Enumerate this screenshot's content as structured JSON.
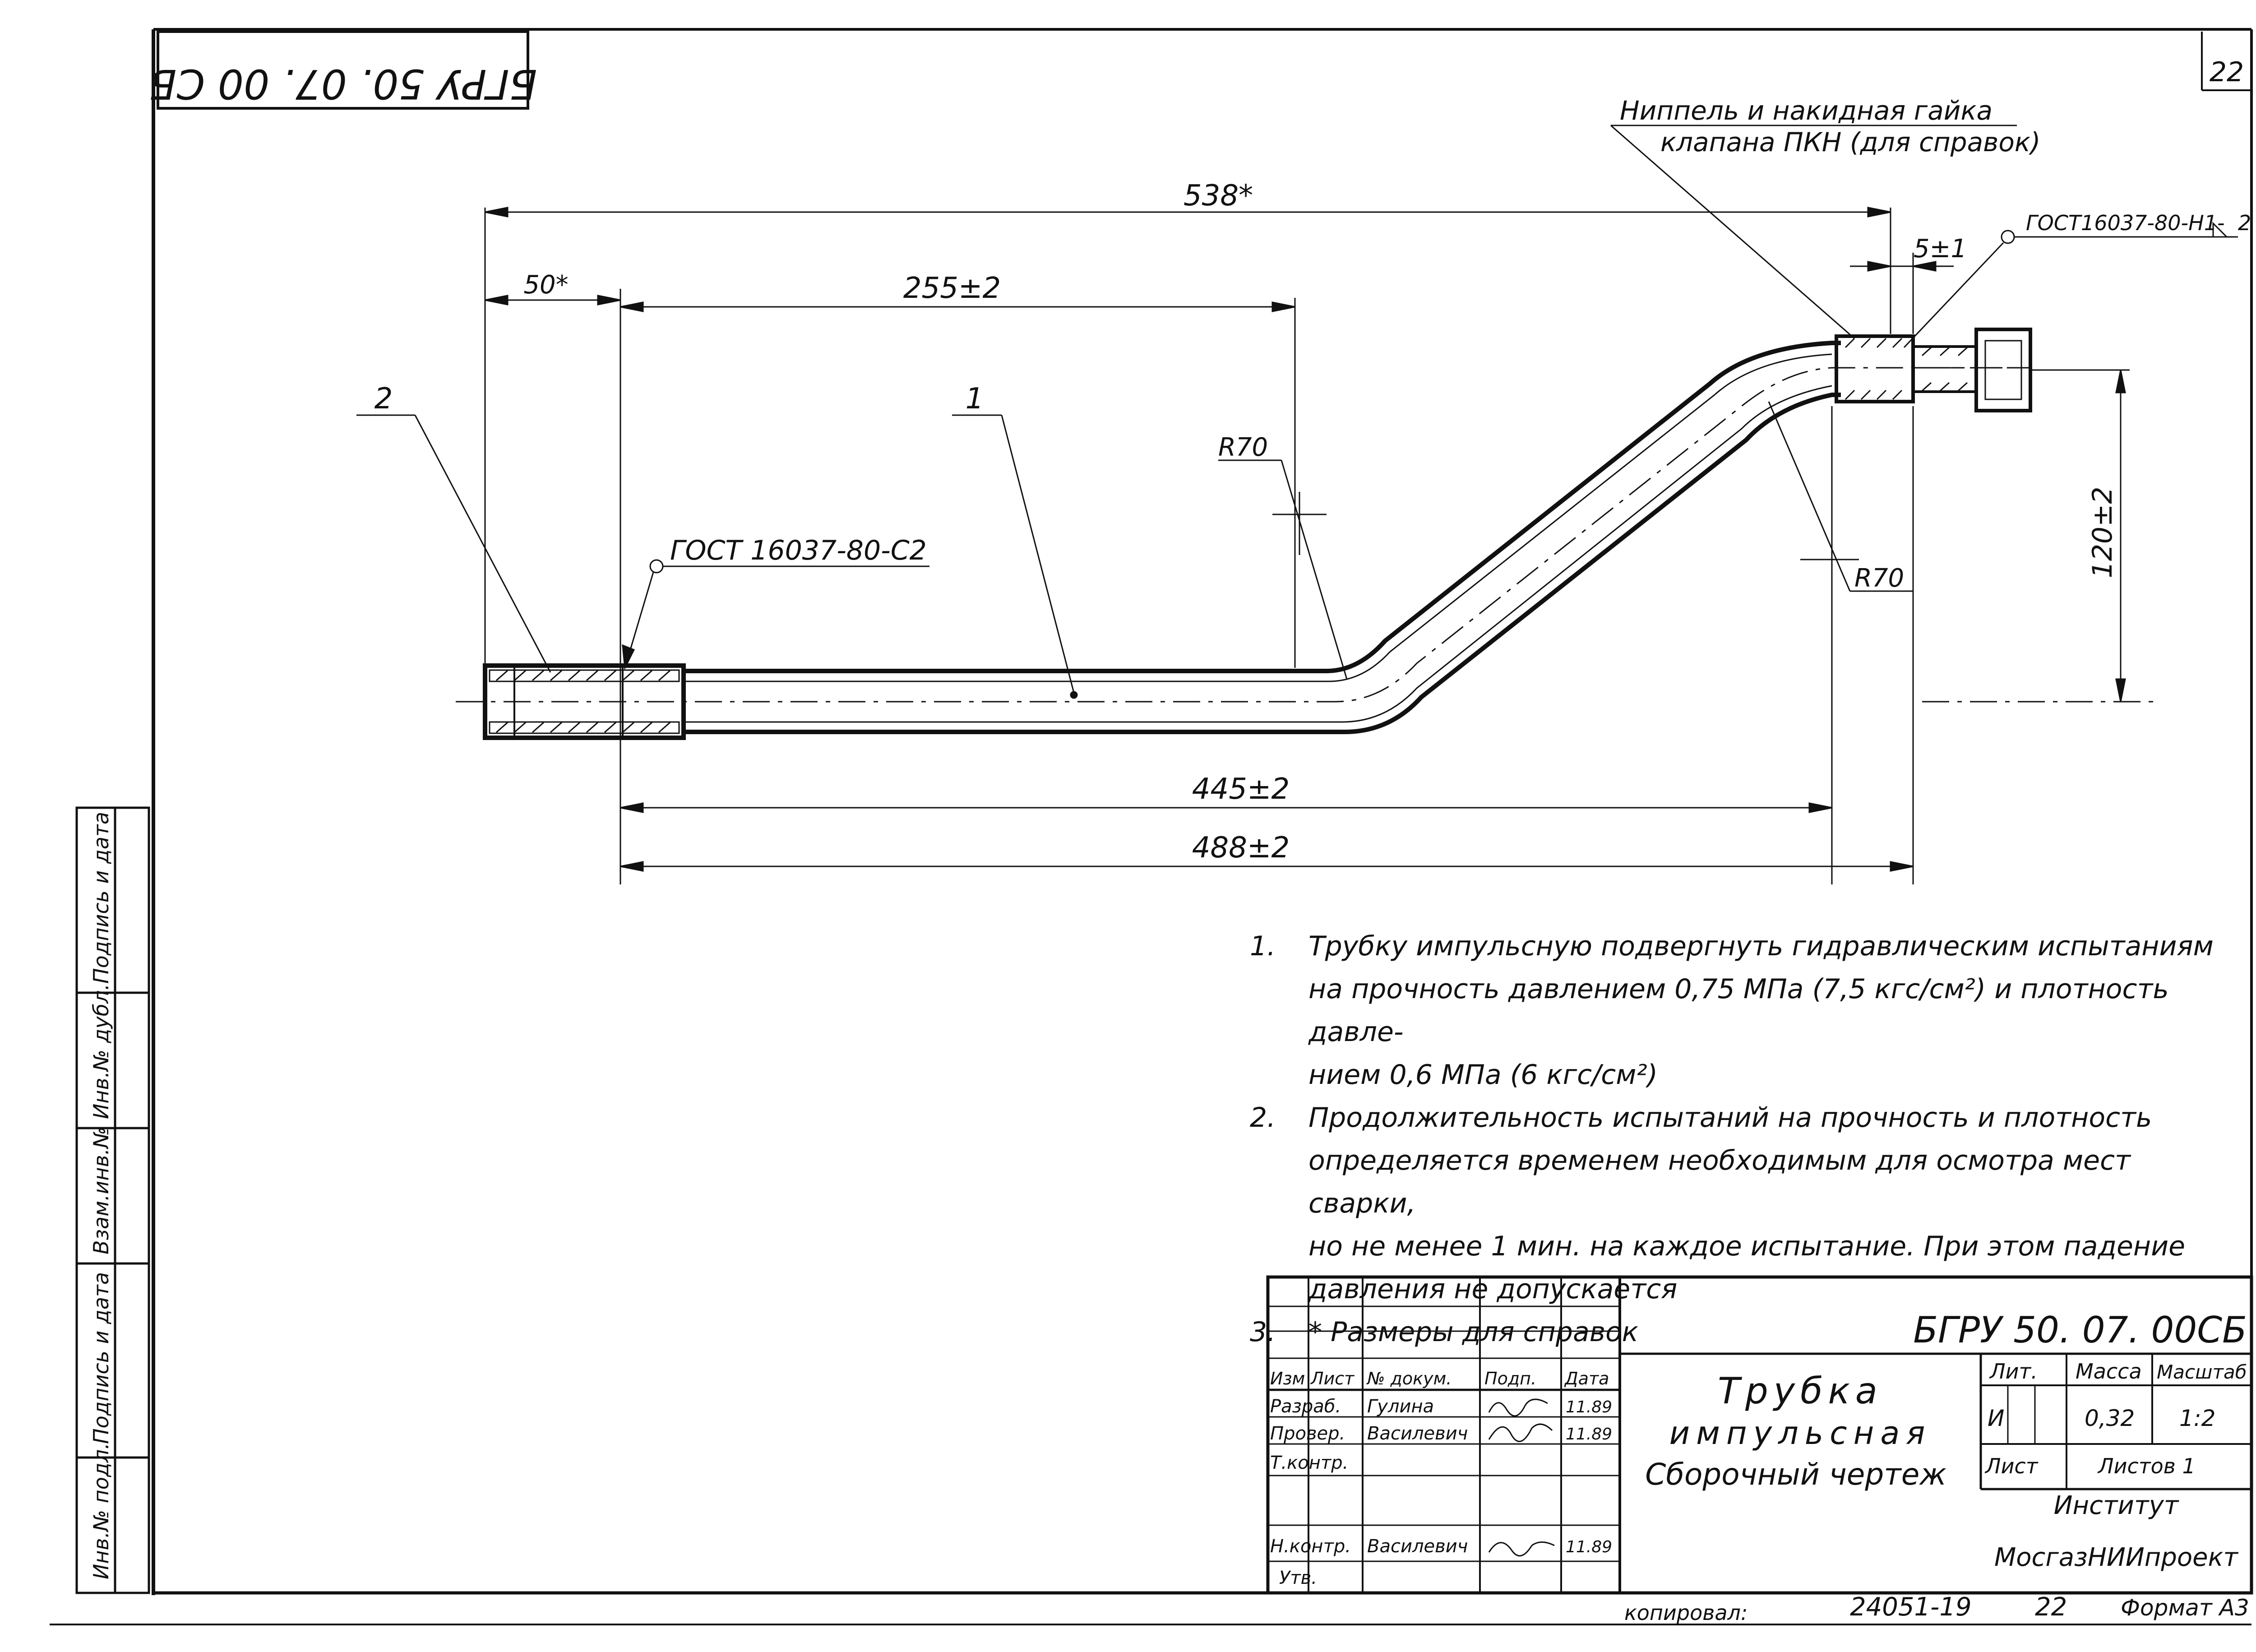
{
  "stamp_rotated": "БГРУ 50. 07. 00 СБ",
  "page_number": "22",
  "callout_nipple": {
    "line1": "Ниппель и накидная гайка",
    "line2": "клапана ПКН (для справок)"
  },
  "weld_left": "ГОСТ 16037-80-С2",
  "weld_right": "ГОСТ16037-80-Н1-",
  "weld_right_leg": "2",
  "dims": {
    "total": "538*",
    "left_ref": "50*",
    "first_straight": "255±2",
    "nipple_gap": "5±1",
    "rise": "120±2",
    "bottom_inner": "445±2",
    "bottom_total": "488±2",
    "bend_radius_1": "R70",
    "bend_radius_2": "R70"
  },
  "positions": {
    "pos1": "1",
    "pos2": "2"
  },
  "notes": [
    {
      "num": "1.",
      "lines": [
        "Трубку импульсную подвергнуть гидравлическим испытаниям",
        "на прочность давлением 0,75 МПа (7,5 кгс/см²) и плотность давле-",
        "нием 0,6 МПа (6 кгс/см²)"
      ]
    },
    {
      "num": "2.",
      "lines": [
        "Продолжительность испытаний на прочность и плотность",
        "определяется временем необходимым для осмотра мест сварки,",
        "но не менее 1 мин. на каждое испытание. При этом падение",
        "давления не допускается"
      ]
    },
    {
      "num": "3.",
      "lines": [
        "* Размеры для справок"
      ]
    }
  ],
  "title_block": {
    "designation": "БГРУ 50. 07. 00СБ",
    "name_line1": "Трубка",
    "name_line2": "импульсная",
    "name_line3": "Сборочный чертеж",
    "hdr_izm": "Изм",
    "hdr_list": "Лист",
    "hdr_doc": "№ докум.",
    "hdr_sign": "Подп.",
    "hdr_date": "Дата",
    "row_razrab": "Разраб.",
    "row_prover": "Провер.",
    "row_tkontr": "Т.контр.",
    "row_nkontr": "Н.контр.",
    "row_utv": "Утв.",
    "razrab_name": "Гулина",
    "prover_name": "Василевич",
    "nkontr_name": "Василевич",
    "date_1": "11.89",
    "date_2": "11.89",
    "date_3": "11.89",
    "lit_header": "Лит.",
    "mass_header": "Масса",
    "scale_header": "Масштаб",
    "lit_value": "И",
    "mass_value": "0,32",
    "scale_value": "1:2",
    "sheet_label": "Лист",
    "sheets_label": "Листов 1",
    "org_line1": "Институт",
    "org_line2": "МосгазНИИпроект"
  },
  "side_block": [
    "Инв.№ подл.",
    "Подпись и дата",
    "Взам.инв.№",
    "Инв.№ дубл.",
    "Подпись и дата"
  ],
  "footer": {
    "copied": "копировал:",
    "doc_no": "24051-19",
    "sheet": "22",
    "format_label": "Формат А3"
  }
}
